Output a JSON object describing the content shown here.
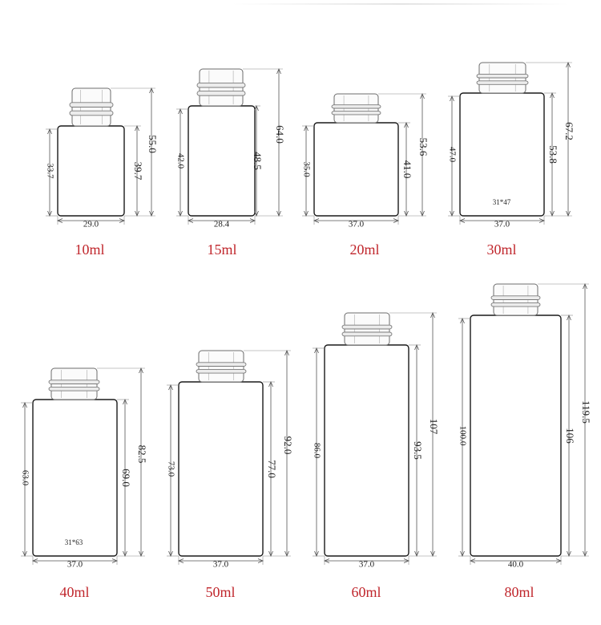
{
  "colors": {
    "line": "#1a1a1a",
    "dim": "#555555",
    "label": "#c0262c",
    "cap": "#6d6d6d"
  },
  "bottles": [
    {
      "label": "10ml",
      "inner_height": "33.7",
      "body_height": "39.7",
      "total_height": "55.0",
      "width": "29.0",
      "note": ""
    },
    {
      "label": "15ml",
      "inner_height": "42.0",
      "body_height": "48.5",
      "total_height": "64.0",
      "width": "28.4",
      "note": ""
    },
    {
      "label": "20ml",
      "inner_height": "35.0",
      "body_height": "41.0",
      "total_height": "53.6",
      "width": "37.0",
      "note": ""
    },
    {
      "label": "30ml",
      "inner_height": "47.0",
      "body_height": "53.8",
      "total_height": "67.2",
      "width": "37.0",
      "note": "31*47"
    },
    {
      "label": "40ml",
      "inner_height": "63.0",
      "body_height": "69.0",
      "total_height": "82.5",
      "width": "37.0",
      "note": "31*63"
    },
    {
      "label": "50ml",
      "inner_height": "73.0",
      "body_height": "77.0",
      "total_height": "92.0",
      "width": "37.0",
      "note": ""
    },
    {
      "label": "60ml",
      "inner_height": "86.0",
      "body_height": "93.5",
      "total_height": "107",
      "width": "37.0",
      "note": ""
    },
    {
      "label": "80ml",
      "inner_height": "100.0",
      "body_height": "106",
      "total_height": "119.5",
      "width": "40.0",
      "note": ""
    }
  ]
}
